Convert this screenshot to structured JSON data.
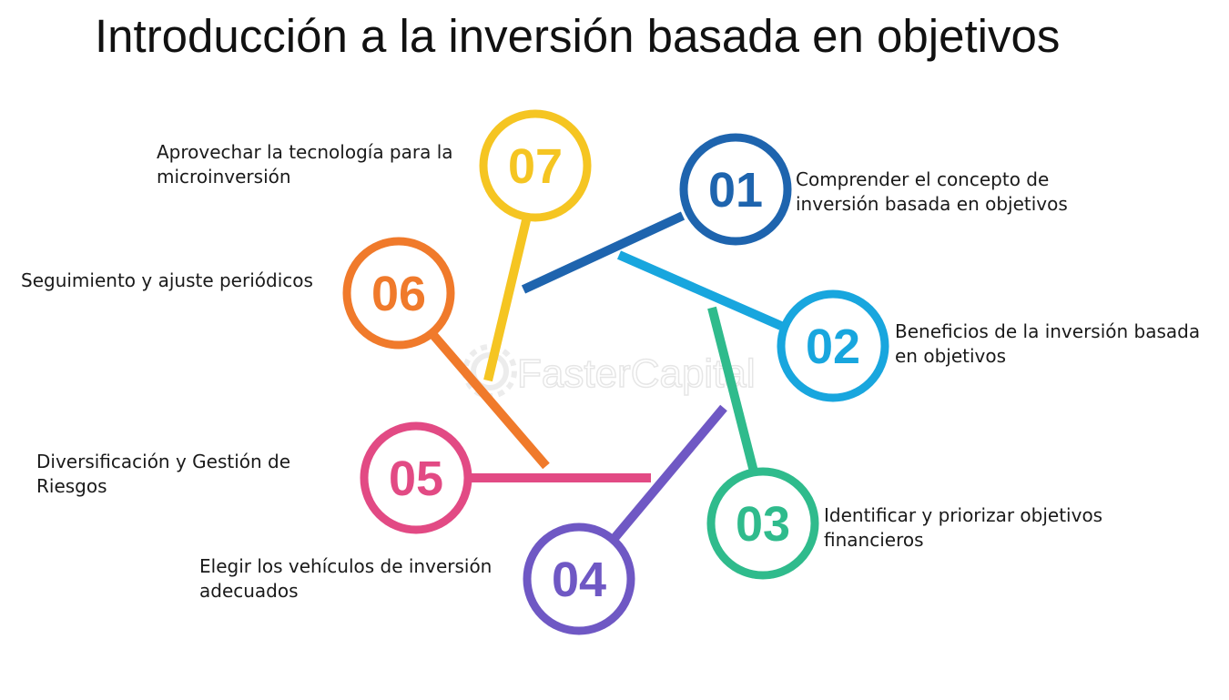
{
  "title": "Introducción a la inversión basada en objetivos",
  "watermark": "FasterCapital",
  "steps": [
    {
      "number": "01",
      "label": "Comprender el concepto de inversión basada en objetivos",
      "color": "#1e64ae"
    },
    {
      "number": "02",
      "label": "Beneficios de la inversión basada en objetivos",
      "color": "#18a6de"
    },
    {
      "number": "03",
      "label": "Identificar y priorizar objetivos financieros",
      "color": "#2fbb8c"
    },
    {
      "number": "04",
      "label": "Elegir los vehículos de inversión adecuados",
      "color": "#6f58c4"
    },
    {
      "number": "05",
      "label": "Diversificación y Gestión de Riesgos",
      "color": "#e24a84"
    },
    {
      "number": "06",
      "label": "Seguimiento y ajuste periódicos",
      "color": "#f07a2b"
    },
    {
      "number": "07",
      "label": "Aprovechar la tecnología para la microinversión",
      "color": "#f5c522"
    }
  ]
}
